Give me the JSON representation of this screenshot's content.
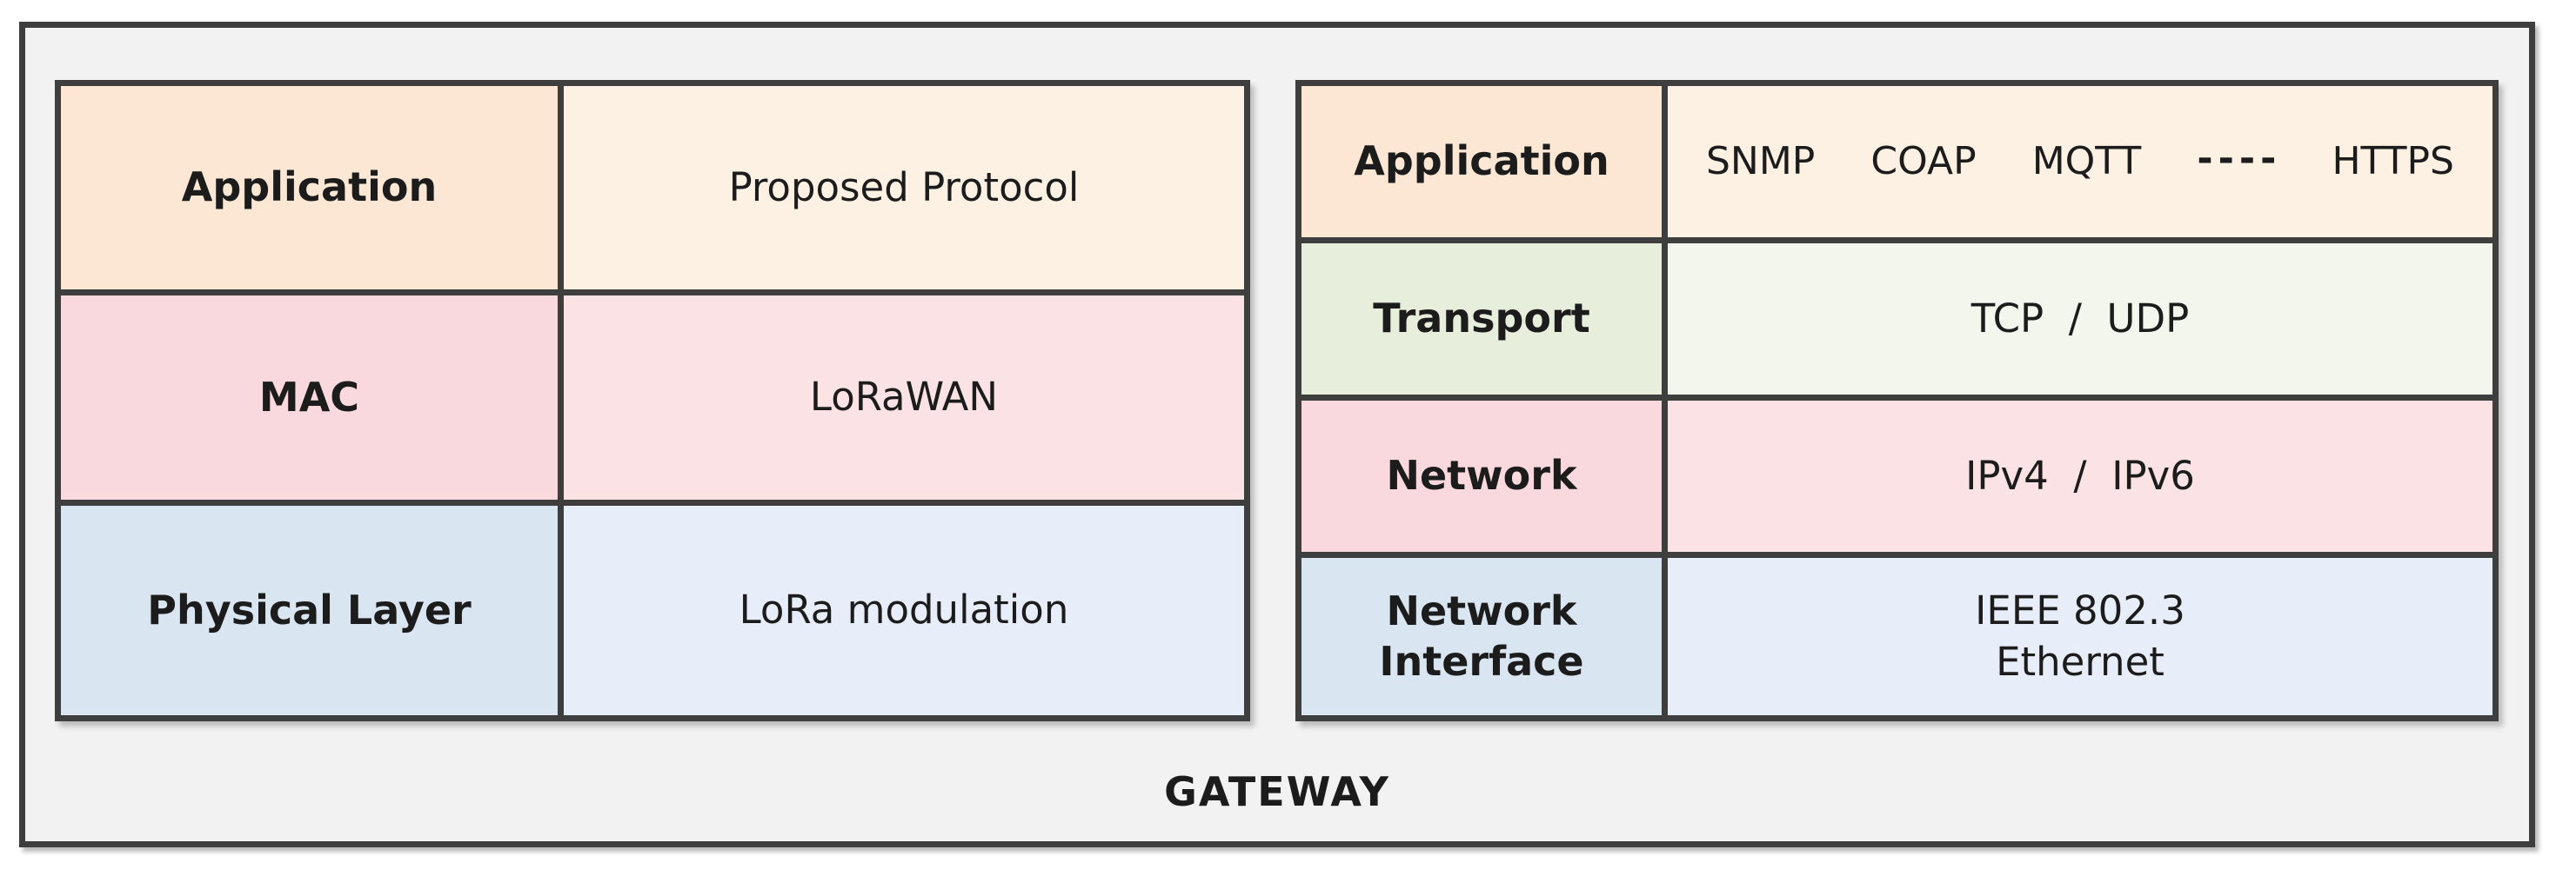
{
  "panel": {
    "gateway_label": "GATEWAY"
  },
  "colors": {
    "panel_bg": "#f1f2f1",
    "border_dark": "#3e3e3e",
    "text": "#1c1c1c",
    "peach_label": "#fce7d4",
    "peach_value": "#fdf1e4",
    "pink_label": "#f9d9dd",
    "pink_value": "#fbe3e5",
    "green_label": "#e7eedc",
    "green_value": "#f3f6ec",
    "blue_label": "#d9e6f2",
    "blue_value": "#e7eef9"
  },
  "left_stack": {
    "rows": [
      {
        "layer": "Application",
        "value": "Proposed Protocol"
      },
      {
        "layer": "MAC",
        "value": "LoRaWAN"
      },
      {
        "layer": "Physical Layer",
        "value": "LoRa modulation"
      }
    ]
  },
  "right_stack": {
    "rows": [
      {
        "layer": "Application",
        "value_items": [
          "SNMP",
          "COAP",
          "MQTT",
          "----",
          "HTTPS"
        ]
      },
      {
        "layer": "Transport",
        "value": "TCP  /  UDP"
      },
      {
        "layer": "Network",
        "value": "IPv4  /  IPv6"
      },
      {
        "layer": "Network\nInterface",
        "value": "IEEE 802.3\nEthernet"
      }
    ]
  }
}
